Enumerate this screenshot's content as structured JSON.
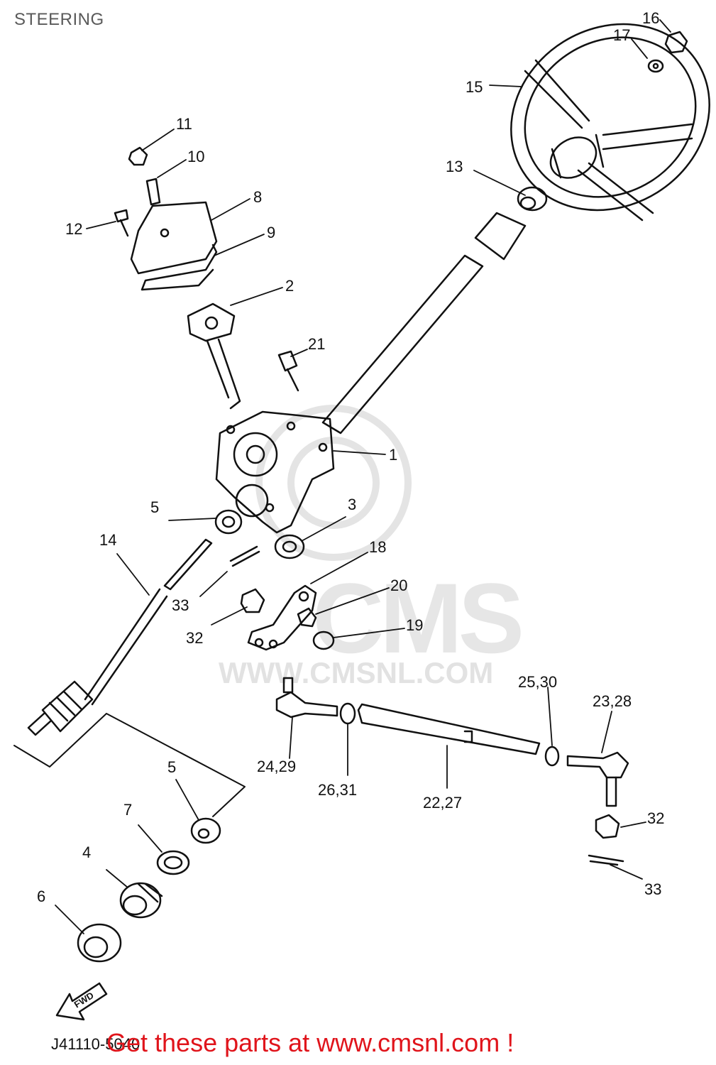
{
  "title": "STEERING",
  "diagram_code": "J41110-5040",
  "watermark": {
    "logo": "CMS",
    "url": "WWW.CMSNL.COM"
  },
  "banner": "Get these parts at www.cmsnl.com !",
  "fwd_label": "FWD",
  "callouts": {
    "c1": "1",
    "c2": "2",
    "c3": "3",
    "c4": "4",
    "c5a": "5",
    "c5b": "5",
    "c6": "6",
    "c7": "7",
    "c8": "8",
    "c9": "9",
    "c10": "10",
    "c11": "11",
    "c12": "12",
    "c13": "13",
    "c14": "14",
    "c15": "15",
    "c16": "16",
    "c17": "17",
    "c18": "18",
    "c19": "19",
    "c20": "20",
    "c21": "21",
    "c2227": "22,27",
    "c2328": "23,28",
    "c2429": "24,29",
    "c2530": "25,30",
    "c2631": "26,31",
    "c32a": "32",
    "c32b": "32",
    "c33a": "33",
    "c33b": "33"
  }
}
